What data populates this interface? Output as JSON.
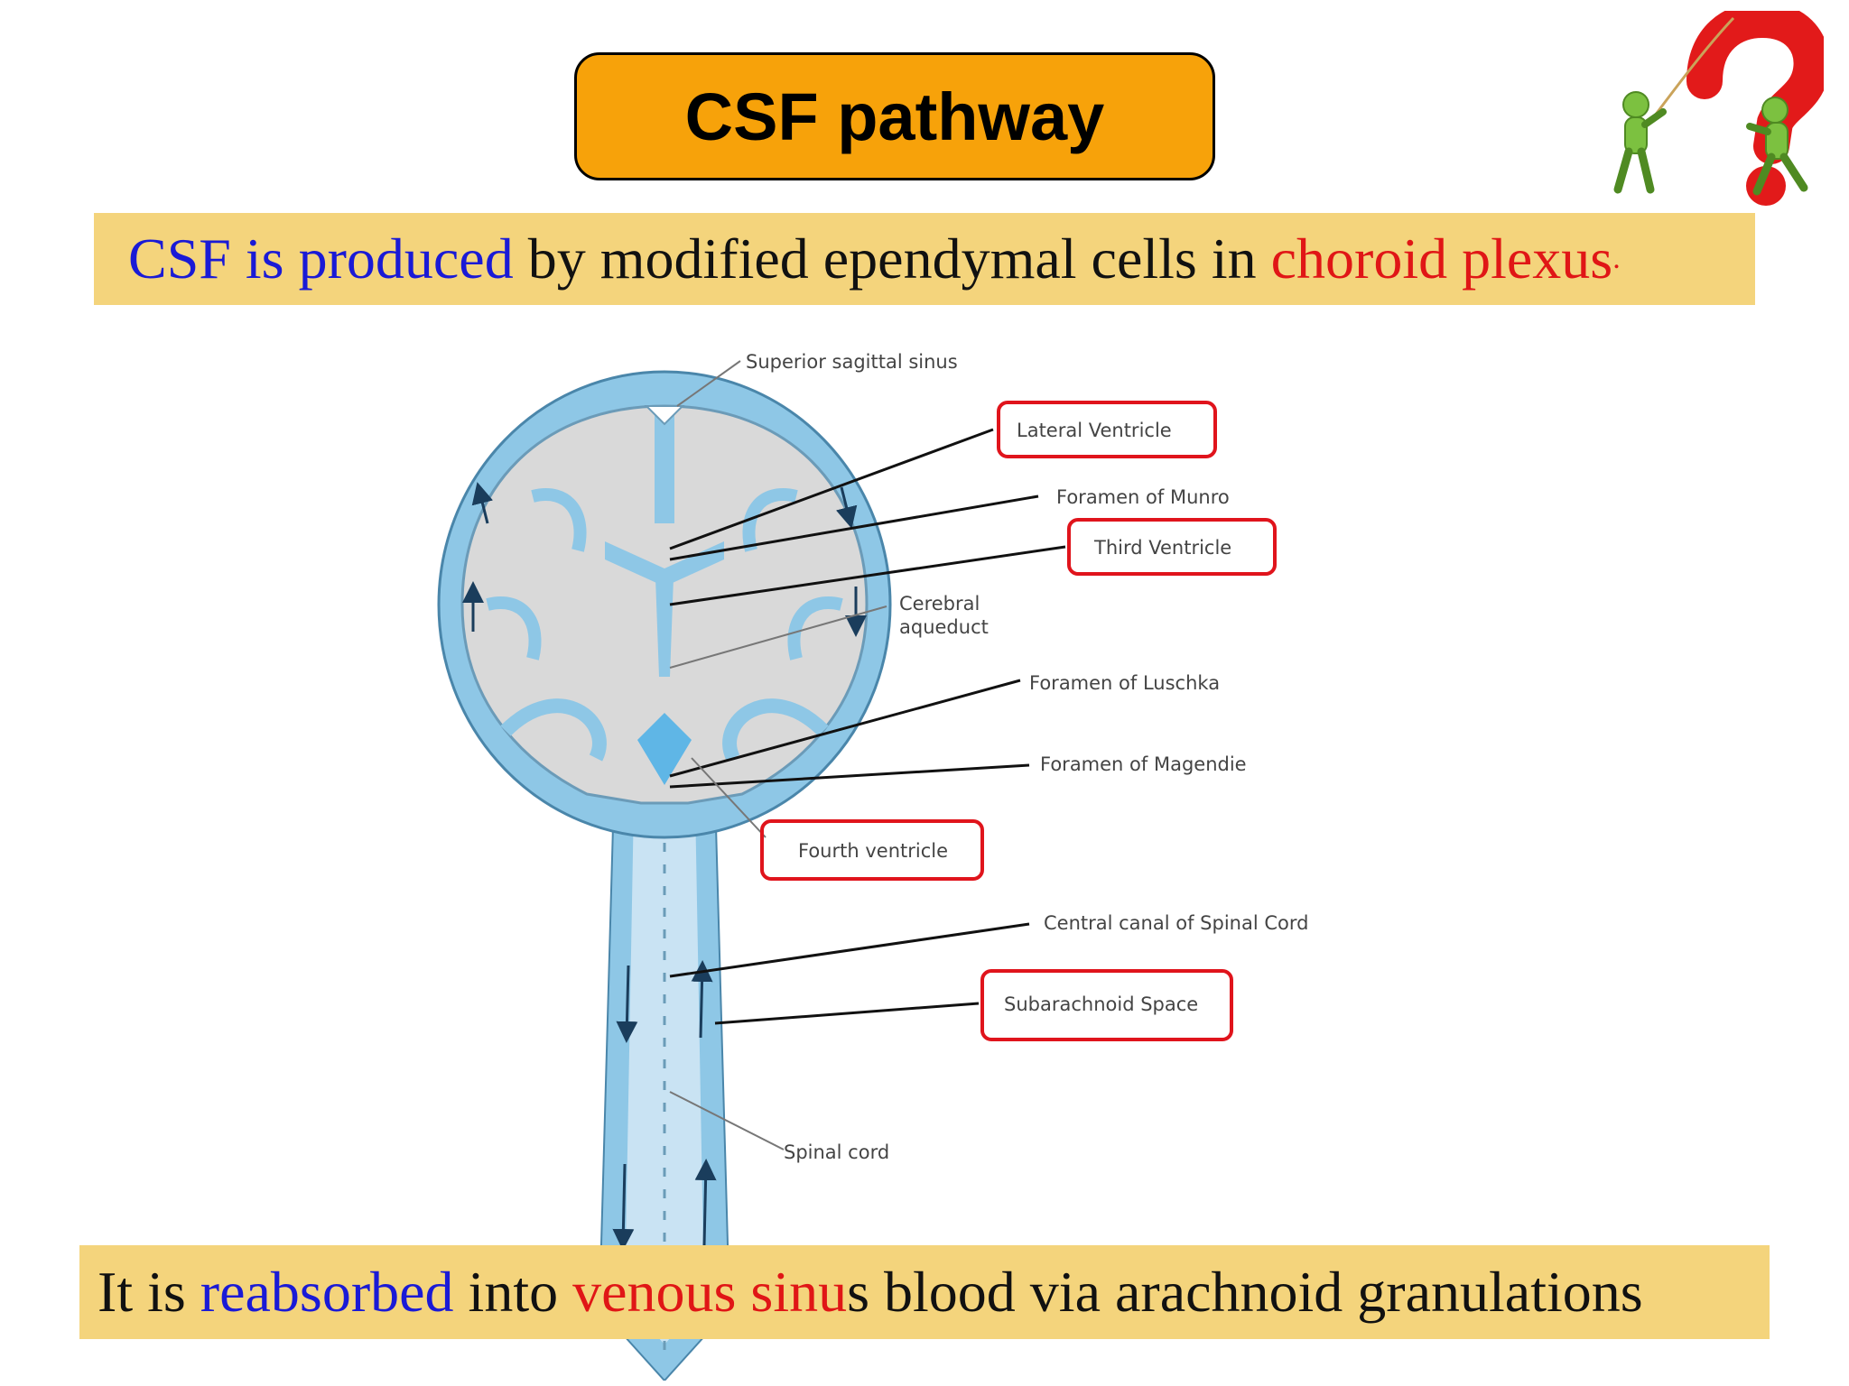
{
  "title": "CSF pathway",
  "top_sentence": {
    "part1": "CSF is produced",
    "part2": " by modified ependymal cells in ",
    "part3": "choroid plexus",
    "part4": "."
  },
  "bottom_sentence": {
    "part1": "It is ",
    "part2": "reabsorbed",
    "part3": " into ",
    "part4": "venous sinu",
    "part5": "s blood via arachnoid granulations"
  },
  "diagram": {
    "labels": {
      "superior_sagittal_sinus": "Superior sagittal sinus",
      "lateral_ventricle": "Lateral Ventricle",
      "foramen_of_munro": "Foramen of Munro",
      "third_ventricle": "Third Ventricle",
      "cerebral_aqueduct_1": "Cerebral",
      "cerebral_aqueduct_2": "aqueduct",
      "foramen_of_luschka": "Foramen of Luschka",
      "foramen_of_magendie": "Foramen of Magendie",
      "fourth_ventricle": "Fourth ventricle",
      "central_canal": "Central canal of Spinal Cord",
      "subarachnoid_space": "Subarachnoid Space",
      "spinal_cord": "Spinal cord"
    }
  },
  "colors": {
    "title_bg": "#f7a20a",
    "band_bg": "#f4d47c",
    "highlight_blue": "#1a1ad6",
    "highlight_red": "#e01616",
    "csf_blue": "#8ec7e6",
    "brain_gray": "#d9d9d9",
    "box_red": "#e0141c"
  },
  "icons": {
    "mascot": "question-mark-people-icon"
  }
}
